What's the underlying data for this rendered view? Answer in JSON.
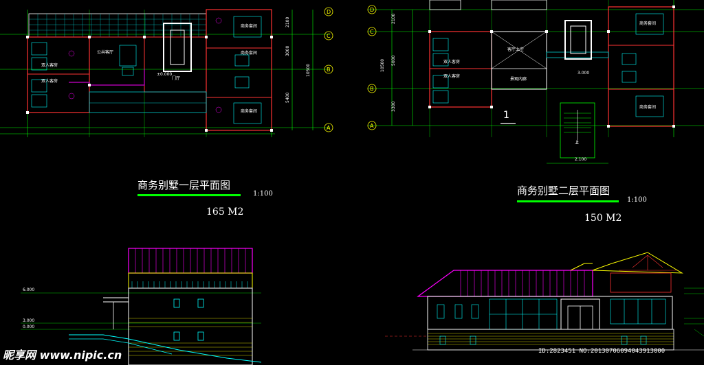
{
  "plan1": {
    "title": "商务别墅一层平面图",
    "scale": "1:100",
    "area": "165 M2",
    "rooms": {
      "r1": "双人客房",
      "r2": "双人客房",
      "r3": "公共客厅",
      "r4": "门厅",
      "r5": "商务套间",
      "r6": "商务套间",
      "r7": "商务套间"
    },
    "elev": "±0.000",
    "grid": [
      "D",
      "C",
      "B",
      "A"
    ],
    "dims": [
      "2100",
      "3000",
      "10500",
      "5400"
    ]
  },
  "plan2": {
    "title": "商务别墅二层平面图",
    "scale": "1:100",
    "area": "150 M2",
    "rooms": {
      "r1": "双人客房",
      "r2": "双人客房",
      "r3": "客厅上空",
      "r4": "景观内廊",
      "r5": "商务套间",
      "r6": "商务套间"
    },
    "elev": "3.000",
    "elev_low": "2.100",
    "up": "上",
    "section": "1",
    "grid": [
      "D",
      "C",
      "B",
      "A"
    ],
    "dims": [
      "2100",
      "5000",
      "10500",
      "3300"
    ]
  },
  "elev_left": {
    "levels": [
      "6.000",
      "3.000",
      "0.000"
    ]
  },
  "watermark": {
    "left": "昵享网 www.nipic.cn",
    "right": "ID:2823451 NO:20130706094043913000"
  }
}
